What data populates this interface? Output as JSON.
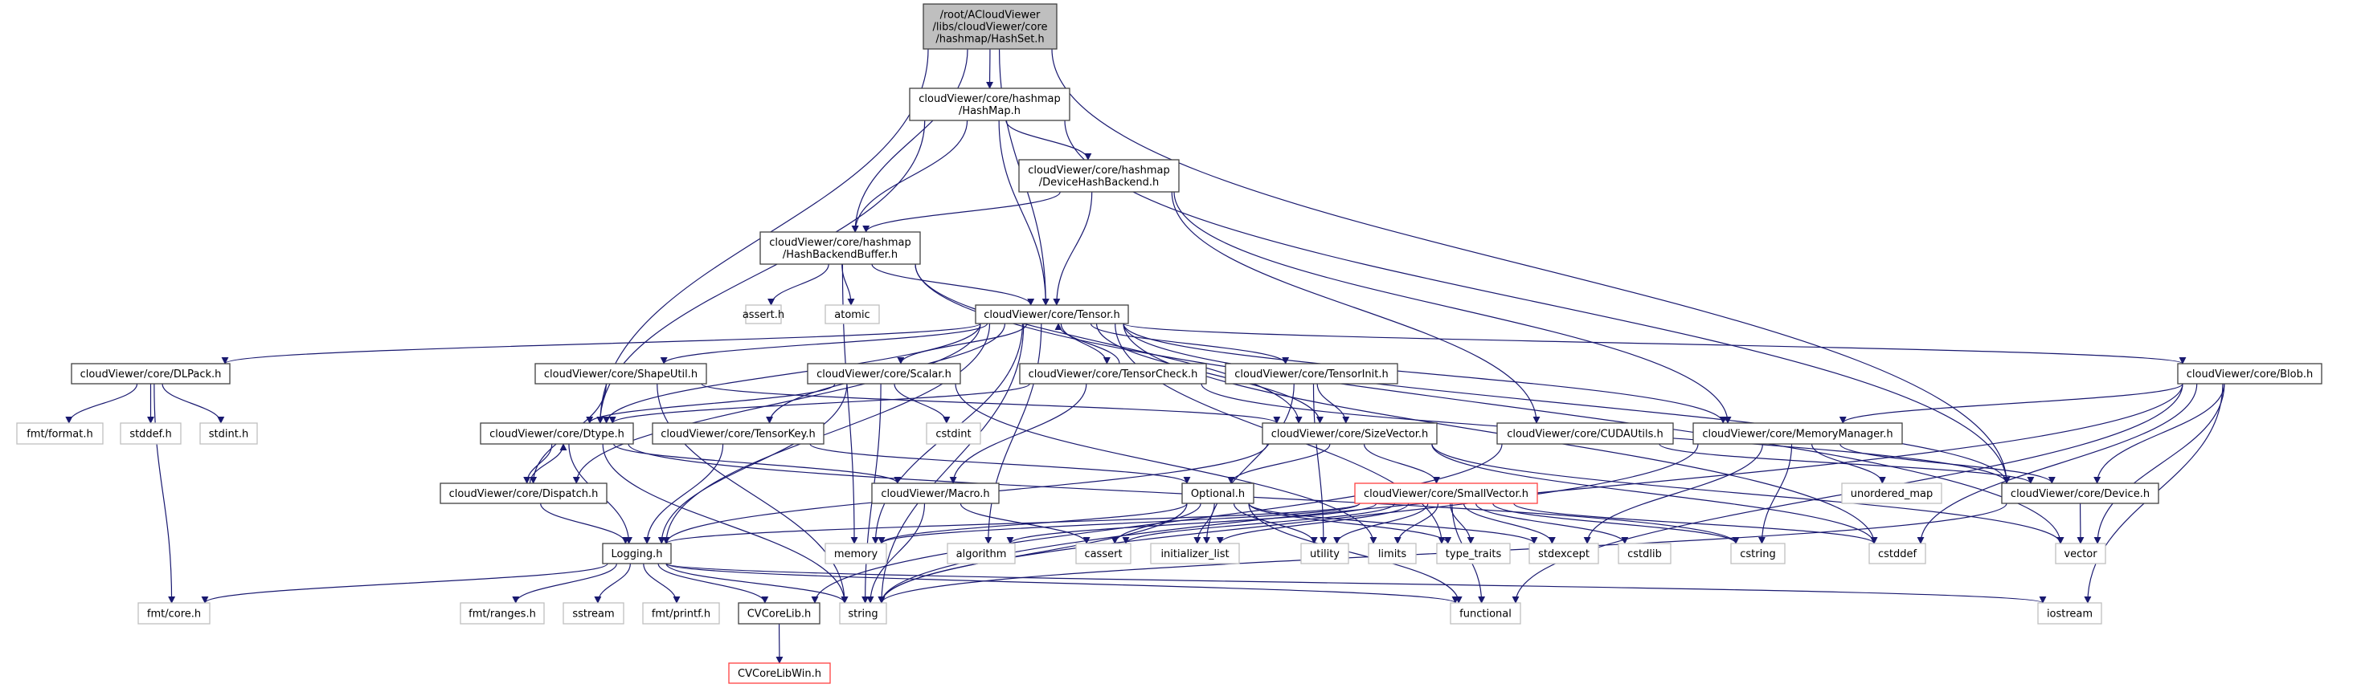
{
  "graph": {
    "edge_color": "#191970",
    "root_fill": "#bfbfbf",
    "missing_border_color": "#ff4040",
    "nodes": [
      {
        "id": "hashset",
        "label": [
          "/root/ACloudViewer",
          "/libs/cloudViewer/core",
          "/hashmap/HashSet.h"
        ],
        "kind": "root"
      },
      {
        "id": "hashmap",
        "label": [
          "cloudViewer/core/hashmap",
          "/HashMap.h"
        ],
        "kind": "file"
      },
      {
        "id": "devhash",
        "label": [
          "cloudViewer/core/hashmap",
          "/DeviceHashBackend.h"
        ],
        "kind": "file"
      },
      {
        "id": "hbb",
        "label": [
          "cloudViewer/core/hashmap",
          "/HashBackendBuffer.h"
        ],
        "kind": "file"
      },
      {
        "id": "assert",
        "label": [
          "assert.h"
        ],
        "kind": "ext"
      },
      {
        "id": "atomic",
        "label": [
          "atomic"
        ],
        "kind": "ext"
      },
      {
        "id": "tensor",
        "label": [
          "cloudViewer/core/Tensor.h"
        ],
        "kind": "file"
      },
      {
        "id": "dlpack",
        "label": [
          "cloudViewer/core/DLPack.h"
        ],
        "kind": "file"
      },
      {
        "id": "shapeutil",
        "label": [
          "cloudViewer/core/ShapeUtil.h"
        ],
        "kind": "file"
      },
      {
        "id": "scalar",
        "label": [
          "cloudViewer/core/Scalar.h"
        ],
        "kind": "file"
      },
      {
        "id": "tensorcheck",
        "label": [
          "cloudViewer/core/TensorCheck.h"
        ],
        "kind": "file"
      },
      {
        "id": "tensorinit",
        "label": [
          "cloudViewer/core/TensorInit.h"
        ],
        "kind": "file"
      },
      {
        "id": "blob",
        "label": [
          "cloudViewer/core/Blob.h"
        ],
        "kind": "file"
      },
      {
        "id": "fmtformat",
        "label": [
          "fmt/format.h"
        ],
        "kind": "ext"
      },
      {
        "id": "stddef",
        "label": [
          "stddef.h"
        ],
        "kind": "ext"
      },
      {
        "id": "stdint",
        "label": [
          "stdint.h"
        ],
        "kind": "ext"
      },
      {
        "id": "dtype",
        "label": [
          "cloudViewer/core/Dtype.h"
        ],
        "kind": "file"
      },
      {
        "id": "tensorkey",
        "label": [
          "cloudViewer/core/TensorKey.h"
        ],
        "kind": "file"
      },
      {
        "id": "cstdint",
        "label": [
          "cstdint"
        ],
        "kind": "ext"
      },
      {
        "id": "sizevector",
        "label": [
          "cloudViewer/core/SizeVector.h"
        ],
        "kind": "file"
      },
      {
        "id": "cudautils",
        "label": [
          "cloudViewer/core/CUDAUtils.h"
        ],
        "kind": "file"
      },
      {
        "id": "memmgr",
        "label": [
          "cloudViewer/core/MemoryManager.h"
        ],
        "kind": "file"
      },
      {
        "id": "dispatch",
        "label": [
          "cloudViewer/core/Dispatch.h"
        ],
        "kind": "file"
      },
      {
        "id": "macro",
        "label": [
          "cloudViewer/Macro.h"
        ],
        "kind": "file"
      },
      {
        "id": "optional",
        "label": [
          "Optional.h"
        ],
        "kind": "file"
      },
      {
        "id": "smallvector",
        "label": [
          "cloudViewer/core/SmallVector.h"
        ],
        "kind": "red"
      },
      {
        "id": "unorderedmap",
        "label": [
          "unordered_map"
        ],
        "kind": "ext"
      },
      {
        "id": "device",
        "label": [
          "cloudViewer/core/Device.h"
        ],
        "kind": "file"
      },
      {
        "id": "logging",
        "label": [
          "Logging.h"
        ],
        "kind": "file"
      },
      {
        "id": "memory",
        "label": [
          "memory"
        ],
        "kind": "ext"
      },
      {
        "id": "algorithm",
        "label": [
          "algorithm"
        ],
        "kind": "ext"
      },
      {
        "id": "cassert",
        "label": [
          "cassert"
        ],
        "kind": "ext"
      },
      {
        "id": "initlist",
        "label": [
          "initializer_list"
        ],
        "kind": "ext"
      },
      {
        "id": "utility",
        "label": [
          "utility"
        ],
        "kind": "ext"
      },
      {
        "id": "limits",
        "label": [
          "limits"
        ],
        "kind": "ext"
      },
      {
        "id": "typetraits",
        "label": [
          "type_traits"
        ],
        "kind": "ext"
      },
      {
        "id": "stdexcept",
        "label": [
          "stdexcept"
        ],
        "kind": "ext"
      },
      {
        "id": "cstdlib",
        "label": [
          "cstdlib"
        ],
        "kind": "ext"
      },
      {
        "id": "cstring",
        "label": [
          "cstring"
        ],
        "kind": "ext"
      },
      {
        "id": "cstddef",
        "label": [
          "cstddef"
        ],
        "kind": "ext"
      },
      {
        "id": "vector",
        "label": [
          "vector"
        ],
        "kind": "ext"
      },
      {
        "id": "fmtcore",
        "label": [
          "fmt/core.h"
        ],
        "kind": "ext"
      },
      {
        "id": "fmtranges",
        "label": [
          "fmt/ranges.h"
        ],
        "kind": "ext"
      },
      {
        "id": "sstream",
        "label": [
          "sstream"
        ],
        "kind": "ext"
      },
      {
        "id": "fmtprintf",
        "label": [
          "fmt/printf.h"
        ],
        "kind": "ext"
      },
      {
        "id": "cvcorelib",
        "label": [
          "CVCoreLib.h"
        ],
        "kind": "file"
      },
      {
        "id": "string",
        "label": [
          "string"
        ],
        "kind": "ext"
      },
      {
        "id": "functional",
        "label": [
          "functional"
        ],
        "kind": "ext"
      },
      {
        "id": "iostream",
        "label": [
          "iostream"
        ],
        "kind": "ext"
      },
      {
        "id": "cvcorelibwin",
        "label": [
          "CVCoreLibWin.h"
        ],
        "kind": "red"
      }
    ],
    "edges": [
      [
        "hashset",
        "hashmap"
      ],
      [
        "hashset",
        "hbb"
      ],
      [
        "hashset",
        "tensor"
      ],
      [
        "hashset",
        "dtype"
      ],
      [
        "hashset",
        "device"
      ],
      [
        "hashmap",
        "hbb"
      ],
      [
        "hashmap",
        "devhash"
      ],
      [
        "hashmap",
        "tensor"
      ],
      [
        "hashmap",
        "dtype"
      ],
      [
        "hashmap",
        "device"
      ],
      [
        "devhash",
        "hbb"
      ],
      [
        "devhash",
        "tensor"
      ],
      [
        "devhash",
        "memmgr"
      ],
      [
        "devhash",
        "cudautils"
      ],
      [
        "hbb",
        "assert"
      ],
      [
        "hbb",
        "atomic"
      ],
      [
        "hbb",
        "tensor"
      ],
      [
        "hbb",
        "memory"
      ],
      [
        "hbb",
        "vector"
      ],
      [
        "hbb",
        "sizevector"
      ],
      [
        "tensor",
        "dlpack"
      ],
      [
        "tensor",
        "shapeutil"
      ],
      [
        "tensor",
        "scalar"
      ],
      [
        "tensor",
        "tensorcheck"
      ],
      [
        "tensor",
        "tensorinit"
      ],
      [
        "tensor",
        "tensorkey"
      ],
      [
        "tensor",
        "sizevector"
      ],
      [
        "tensor",
        "blob"
      ],
      [
        "tensor",
        "device"
      ],
      [
        "tensor",
        "memmgr"
      ],
      [
        "tensor",
        "dtype"
      ],
      [
        "tensor",
        "dispatch"
      ],
      [
        "tensor",
        "logging"
      ],
      [
        "tensor",
        "memory"
      ],
      [
        "tensor",
        "algorithm"
      ],
      [
        "tensor",
        "cstddef"
      ],
      [
        "tensor",
        "typetraits"
      ],
      [
        "tensor",
        "string"
      ],
      [
        "tensorcheck",
        "tensor"
      ],
      [
        "tensorcheck",
        "dtype"
      ],
      [
        "tensorcheck",
        "device"
      ],
      [
        "tensorcheck",
        "macro"
      ],
      [
        "dlpack",
        "fmtformat"
      ],
      [
        "dlpack",
        "stddef"
      ],
      [
        "dlpack",
        "stdint"
      ],
      [
        "dlpack",
        "fmtcore"
      ],
      [
        "shapeutil",
        "sizevector"
      ],
      [
        "shapeutil",
        "dispatch"
      ],
      [
        "shapeutil",
        "string"
      ],
      [
        "scalar",
        "dtype"
      ],
      [
        "scalar",
        "logging"
      ],
      [
        "scalar",
        "cstdint"
      ],
      [
        "scalar",
        "string"
      ],
      [
        "scalar",
        "limits"
      ],
      [
        "tensorinit",
        "sizevector"
      ],
      [
        "tensorinit",
        "utility"
      ],
      [
        "tensorinit",
        "initlist"
      ],
      [
        "tensorkey",
        "logging"
      ],
      [
        "tensorkey",
        "optional"
      ],
      [
        "dtype",
        "dispatch"
      ],
      [
        "dtype",
        "logging"
      ],
      [
        "dtype",
        "string"
      ],
      [
        "dtype",
        "macro"
      ],
      [
        "dtype",
        "cstring"
      ],
      [
        "dispatch",
        "dtype"
      ],
      [
        "dispatch",
        "logging"
      ],
      [
        "sizevector",
        "optional"
      ],
      [
        "sizevector",
        "smallvector"
      ],
      [
        "sizevector",
        "logging"
      ],
      [
        "sizevector",
        "cstddef"
      ],
      [
        "sizevector",
        "vector"
      ],
      [
        "cudautils",
        "device"
      ],
      [
        "cudautils",
        "cvcorelib"
      ],
      [
        "memmgr",
        "device"
      ],
      [
        "memmgr",
        "unorderedmap"
      ],
      [
        "memmgr",
        "cstring"
      ],
      [
        "memmgr",
        "string"
      ],
      [
        "memmgr",
        "stdexcept"
      ],
      [
        "blob",
        "memmgr"
      ],
      [
        "blob",
        "device"
      ],
      [
        "blob",
        "cstddef"
      ],
      [
        "blob",
        "string"
      ],
      [
        "blob",
        "functional"
      ],
      [
        "blob",
        "iostream"
      ],
      [
        "blob",
        "vector"
      ],
      [
        "device",
        "vector"
      ],
      [
        "device",
        "string"
      ],
      [
        "macro",
        "cassert"
      ],
      [
        "macro",
        "string"
      ],
      [
        "optional",
        "cassert"
      ],
      [
        "optional",
        "functional"
      ],
      [
        "optional",
        "initlist"
      ],
      [
        "optional",
        "string"
      ],
      [
        "optional",
        "typetraits"
      ],
      [
        "optional",
        "utility"
      ],
      [
        "optional",
        "memory"
      ],
      [
        "optional",
        "stdexcept"
      ],
      [
        "smallvector",
        "algorithm"
      ],
      [
        "smallvector",
        "cassert"
      ],
      [
        "smallvector",
        "cstddef"
      ],
      [
        "smallvector",
        "cstdlib"
      ],
      [
        "smallvector",
        "cstring"
      ],
      [
        "smallvector",
        "initlist"
      ],
      [
        "smallvector",
        "limits"
      ],
      [
        "smallvector",
        "memory"
      ],
      [
        "smallvector",
        "stdexcept"
      ],
      [
        "smallvector",
        "typetraits"
      ],
      [
        "smallvector",
        "utility"
      ],
      [
        "smallvector",
        "functional"
      ],
      [
        "smallvector",
        "logging"
      ],
      [
        "logging",
        "fmtcore"
      ],
      [
        "logging",
        "fmtranges"
      ],
      [
        "logging",
        "sstream"
      ],
      [
        "logging",
        "fmtprintf"
      ],
      [
        "logging",
        "cvcorelib"
      ],
      [
        "logging",
        "string"
      ],
      [
        "logging",
        "functional"
      ],
      [
        "logging",
        "iostream"
      ],
      [
        "cvcorelib",
        "cvcorelibwin"
      ]
    ]
  }
}
